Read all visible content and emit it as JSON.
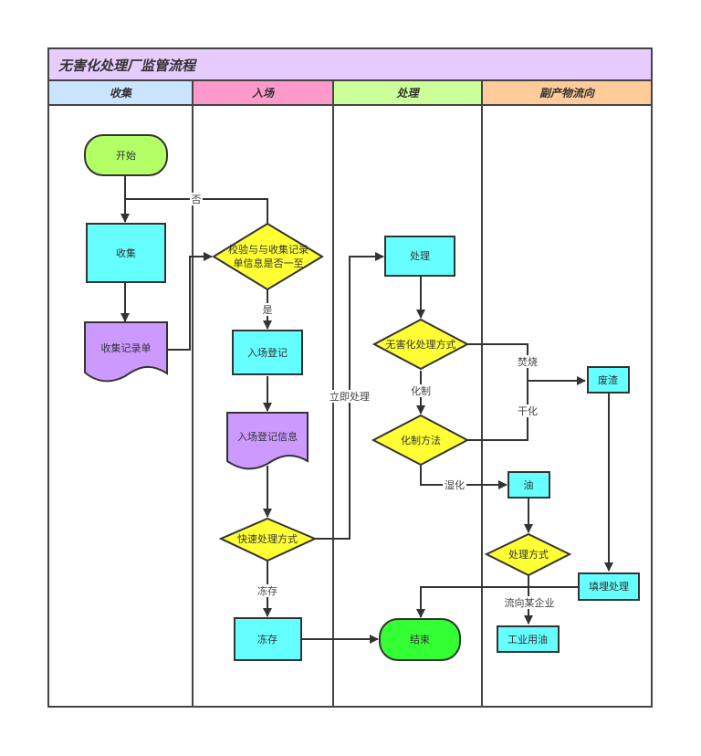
{
  "title": "无害化处理厂监管流程",
  "lanes": [
    {
      "label": "收集",
      "color": "#cce5ff"
    },
    {
      "label": "入场",
      "color": "#ff99cc"
    },
    {
      "label": "处理",
      "color": "#ccff99"
    },
    {
      "label": "副产物流向",
      "color": "#ffcc99"
    }
  ],
  "colors": {
    "title_bg": "#e6ccff",
    "start": "#b3ff66",
    "end": "#33ff33",
    "process": "#66ffff",
    "document": "#cc99ff",
    "decision": "#ffff33",
    "stroke": "#333333"
  },
  "nodes": {
    "start": "开始",
    "collect": "收集",
    "collect_record": "收集记录单",
    "verify_line1": "校验与与收集记录",
    "verify_line2": "单信息是否一至",
    "entry_register": "入场登记",
    "entry_info": "入场登记信息",
    "quick_method": "快速处理方式",
    "freeze": "冻存",
    "end": "结束",
    "process": "处理",
    "harmless_method": "无害化处理方式",
    "render_method": "化制方法",
    "residue": "废渣",
    "oil": "油",
    "oil_method": "处理方式",
    "landfill": "填埋处理",
    "industrial_oil": "工业用油"
  },
  "edge_labels": {
    "no": "否",
    "yes": "是",
    "immediate": "立即处理",
    "freeze": "冻存",
    "render": "化制",
    "incinerate": "焚烧",
    "dry": "干化",
    "wet": "湿化",
    "to_company": "流向某企业"
  }
}
